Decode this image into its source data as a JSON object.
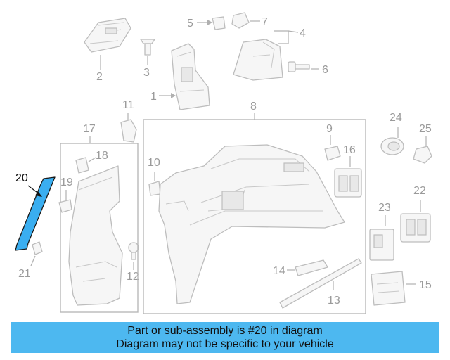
{
  "callouts": {
    "c1": "1",
    "c2": "2",
    "c3": "3",
    "c4": "4",
    "c5": "5",
    "c6": "6",
    "c7": "7",
    "c8": "8",
    "c9": "9",
    "c10": "10",
    "c11": "11",
    "c12": "12",
    "c13": "13",
    "c14": "14",
    "c15": "15",
    "c16": "16",
    "c17": "17",
    "c18": "18",
    "c19": "19",
    "c20": "20",
    "c21": "21",
    "c22": "22",
    "c23": "23",
    "c24": "24",
    "c25": "25"
  },
  "highlighted_part": "20",
  "colors": {
    "highlight": "#3aaef0",
    "banner": "#4db8f0",
    "line_art": "#bdbdbd"
  },
  "banner": {
    "line1": "Part or sub-assembly is #20 in diagram",
    "line2": "Diagram may not be specific to your vehicle"
  }
}
